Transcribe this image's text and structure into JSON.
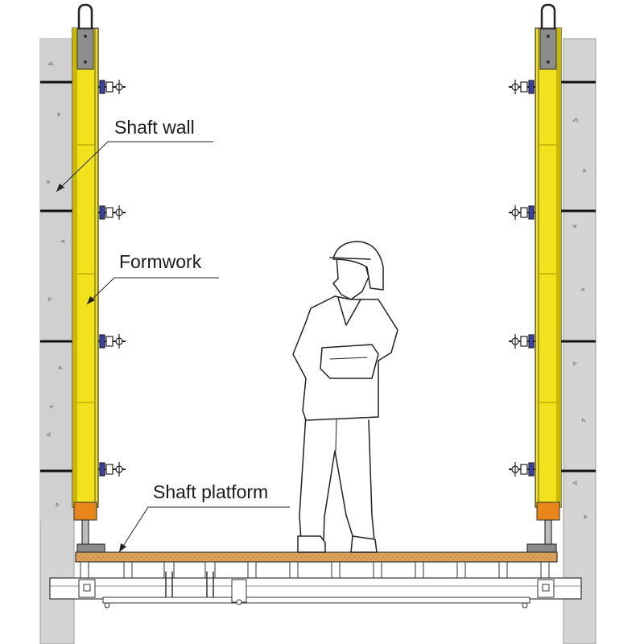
{
  "labels": {
    "shaft_wall": "Shaft wall",
    "formwork": "Formwork",
    "shaft_platform": "Shaft platform"
  },
  "colors": {
    "concrete": "#d4d4d4",
    "formwork_yellow": "#f2e21c",
    "formwork_shadow": "#c9b800",
    "plate_orange": "#e8861a",
    "platform_deck": "#d9a15a",
    "tie_blue": "#3b3fa8",
    "line": "#222222"
  }
}
